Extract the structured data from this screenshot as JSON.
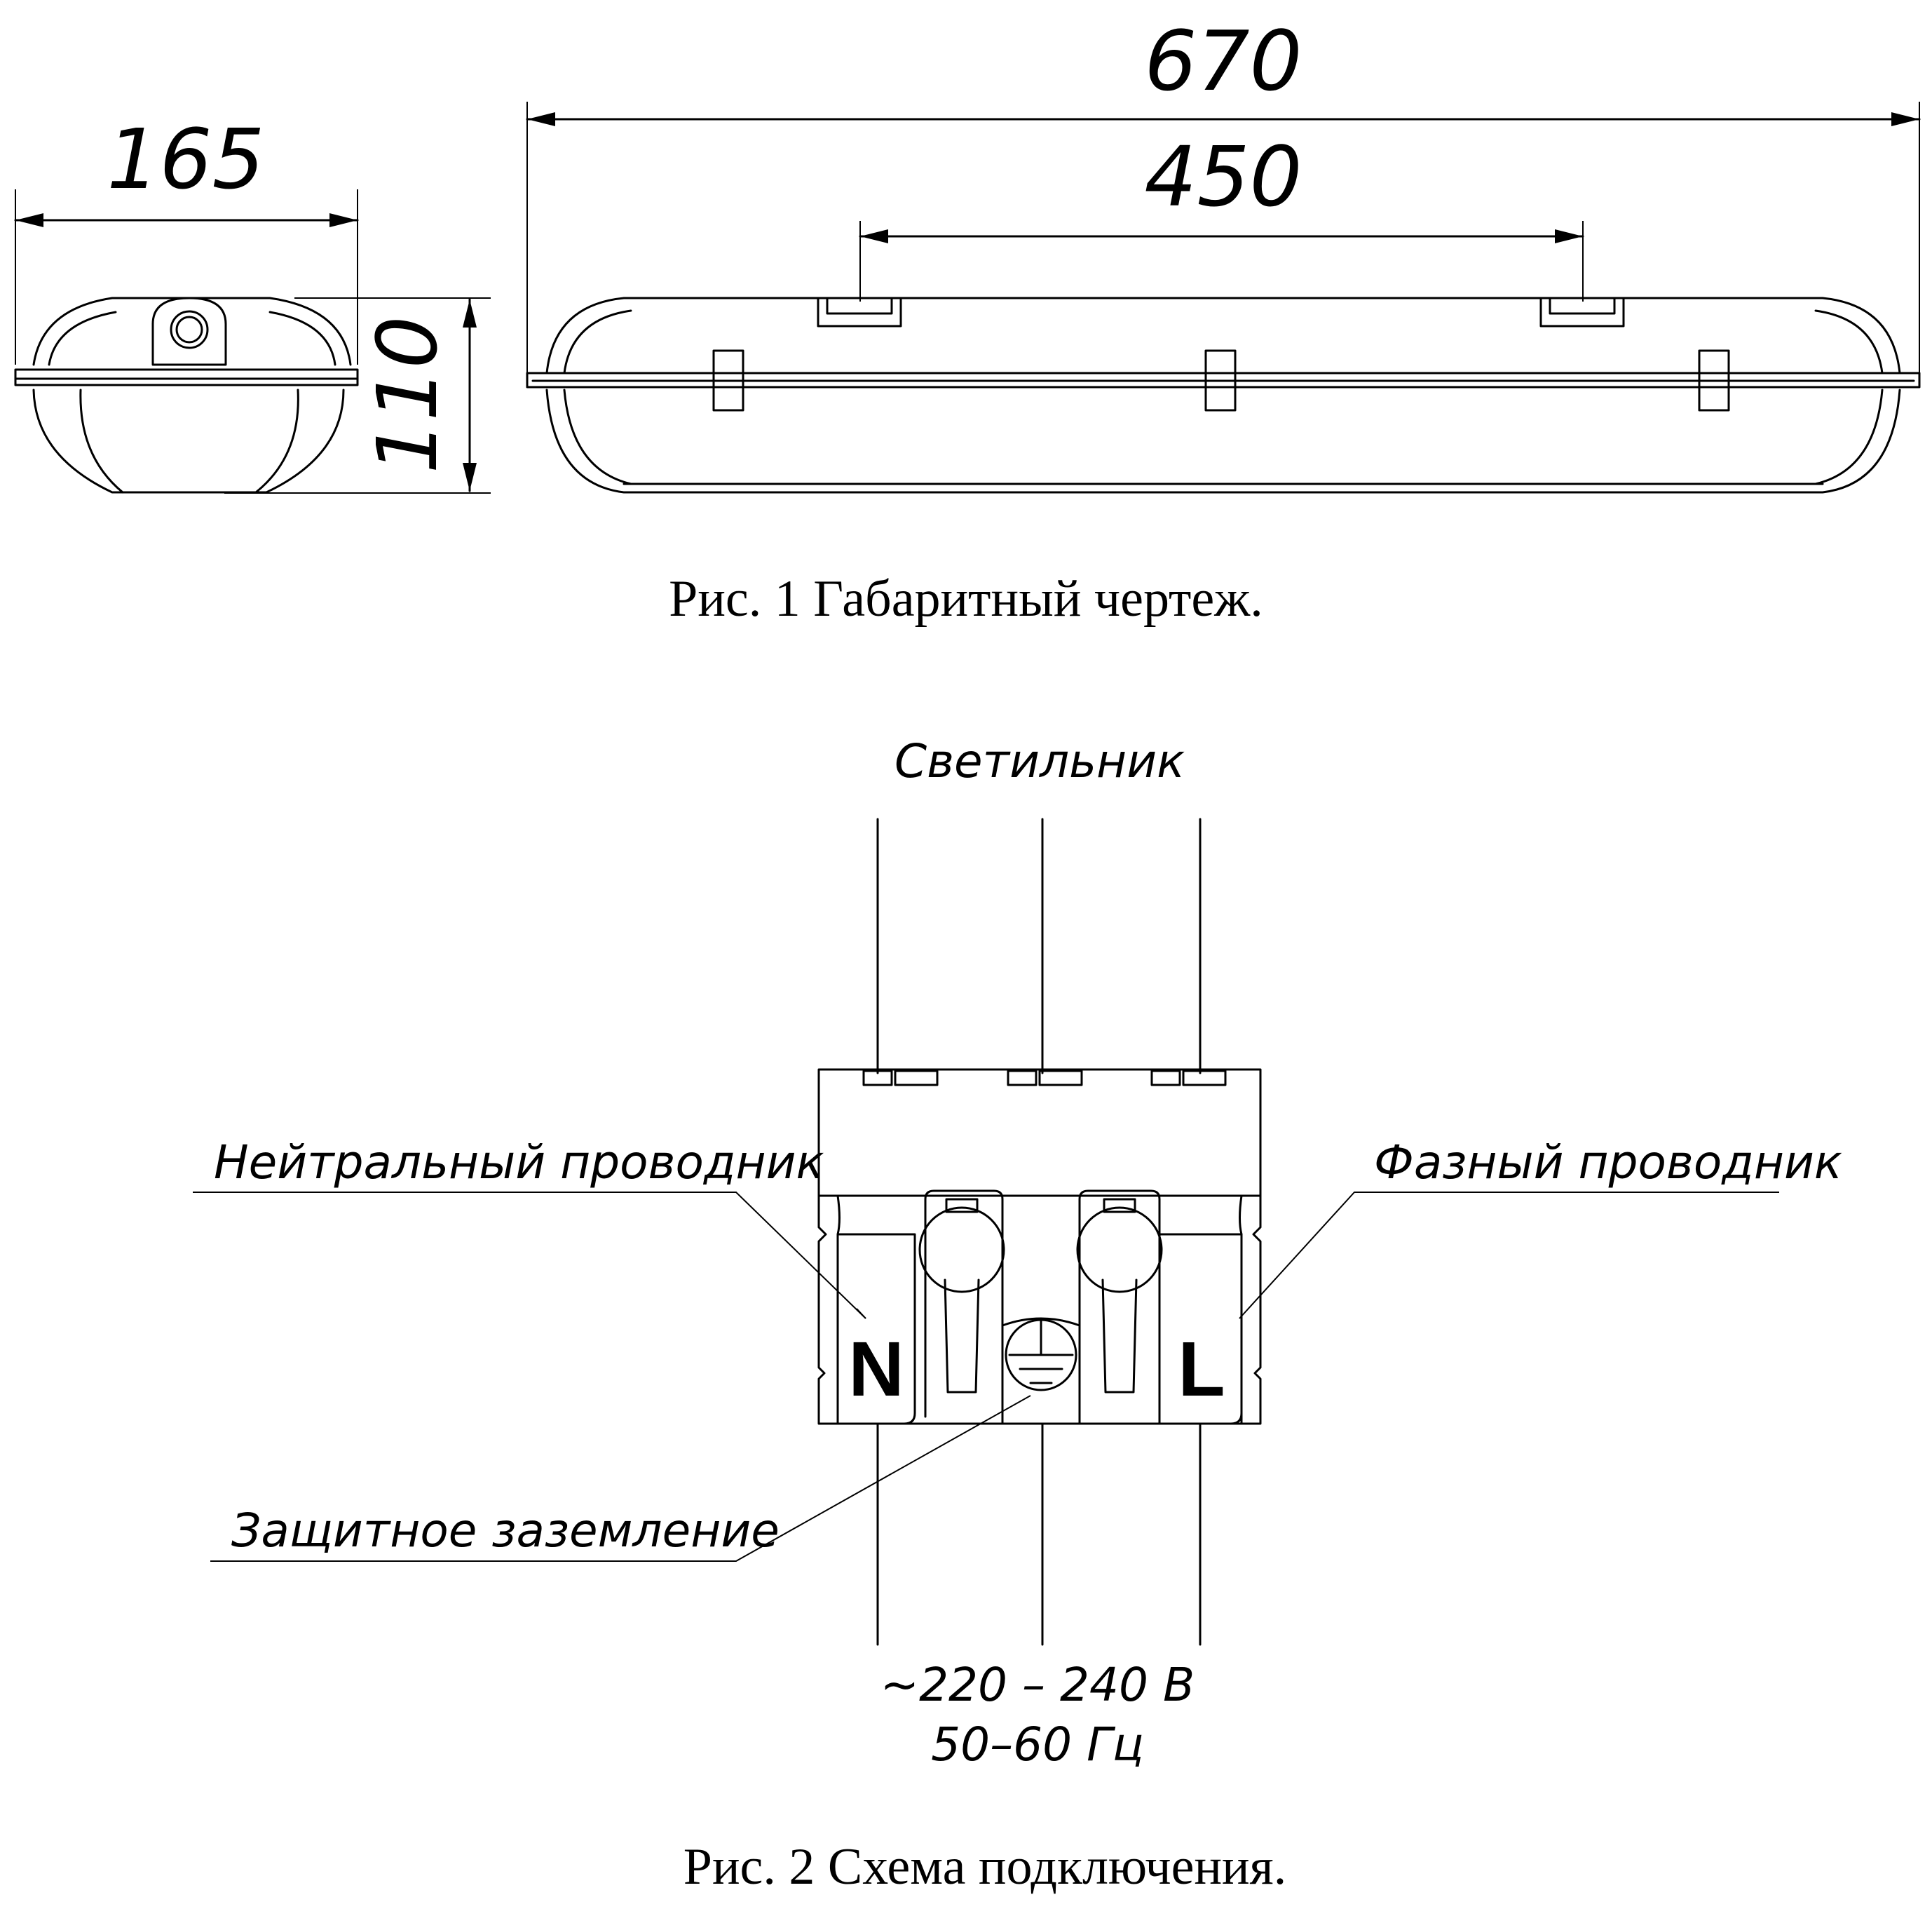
{
  "fig1": {
    "dims": {
      "width_side": "165",
      "height_side": "110",
      "length_total": "670",
      "mount_spacing": "450"
    },
    "caption": "Рис. 1  Габаритный чертеж."
  },
  "fig2": {
    "top_label": "Светильник",
    "neutral_label": "Нейтральный проводник",
    "phase_label": "Фазный проводник",
    "ground_label": "Защитное заземление",
    "terminal_n": "N",
    "terminal_l": "L",
    "supply_voltage": "~220 – 240 В",
    "supply_freq": "50–60 Гц",
    "caption": "Рис. 2  Схема подключения."
  },
  "icons": [
    "ground-icon",
    "screw-terminal-icon"
  ]
}
